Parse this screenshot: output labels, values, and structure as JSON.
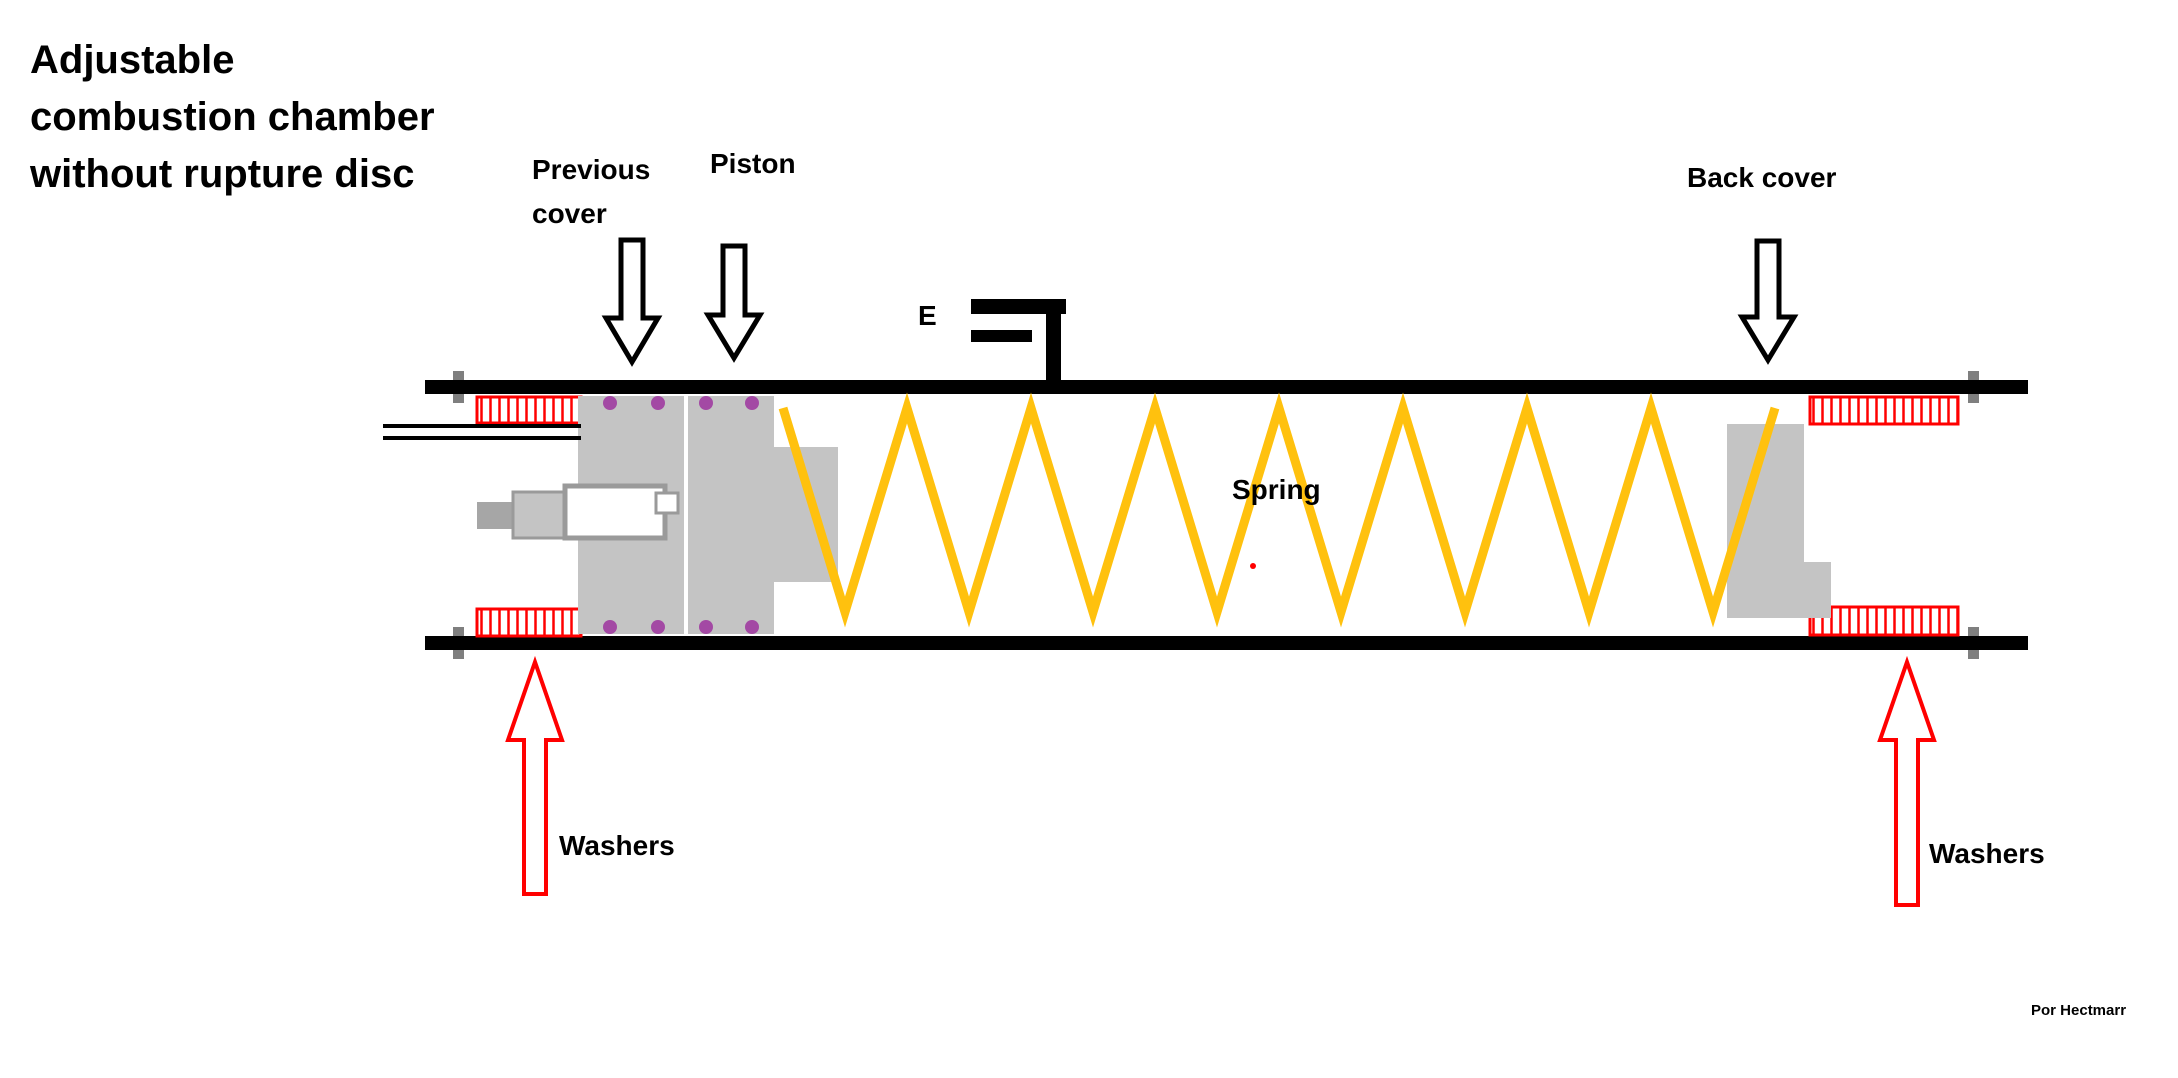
{
  "title": {
    "line1": "Adjustable",
    "line2": "combustion chamber",
    "line3": "without rupture disc"
  },
  "labels": {
    "previous_cover": "Previous cover",
    "piston": "Piston",
    "back_cover": "Back cover",
    "port_e": "E",
    "spring": "Spring",
    "washers_left": "Washers",
    "washers_right": "Washers",
    "credit": "Por Hectmarr"
  },
  "colors": {
    "spring-gold": "#FFC10E",
    "washer-red": "#FF0000",
    "arrow-red": "#FF0000",
    "block-gray": "#C4C4C4",
    "bolt-gray": "#7F7F7F",
    "oring-purple": "#A349A4",
    "line-black": "#000000",
    "plug-gray": "#A6A6A6"
  }
}
